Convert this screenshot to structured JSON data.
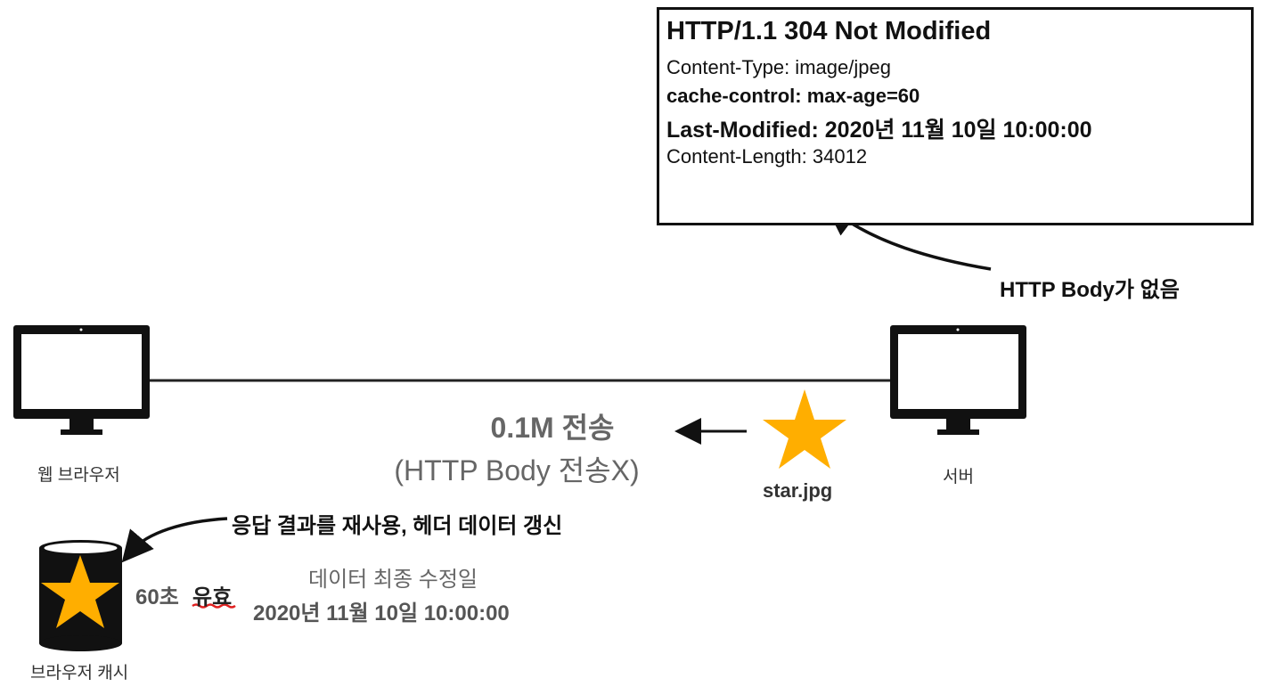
{
  "response": {
    "status_line": "HTTP/1.1 304 Not Modified",
    "headers": [
      {
        "text": "Content-Type: image/jpeg",
        "bold": false
      },
      {
        "text": "cache-control: max-age=60",
        "bold": true
      },
      {
        "text": "Last-Modified: 2020년 11월 10일 10:00:00",
        "bold": true
      },
      {
        "text": "Content-Length: 34012",
        "bold": false
      }
    ]
  },
  "note_no_body": "HTTP Body가 없음",
  "client": {
    "label": "웹 브라우저"
  },
  "server": {
    "label": "서버"
  },
  "transfer": {
    "main": "0.1M 전송",
    "sub": "(HTTP Body 전송X)"
  },
  "file": {
    "label": "star.jpg"
  },
  "cache": {
    "label": "브라우저 캐시",
    "reuse_note": "응답 결과를 재사용, 헤더 데이터 갱신",
    "valid_prefix": "60초",
    "valid_word": "유효",
    "last_modified_title": "데이터 최종 수정일",
    "last_modified_value": "2020년 11월 10일 10:00:00"
  },
  "colors": {
    "star": "#FFAE00",
    "line": "#111111",
    "underline": "#E02020",
    "muted_text": "#666666"
  }
}
